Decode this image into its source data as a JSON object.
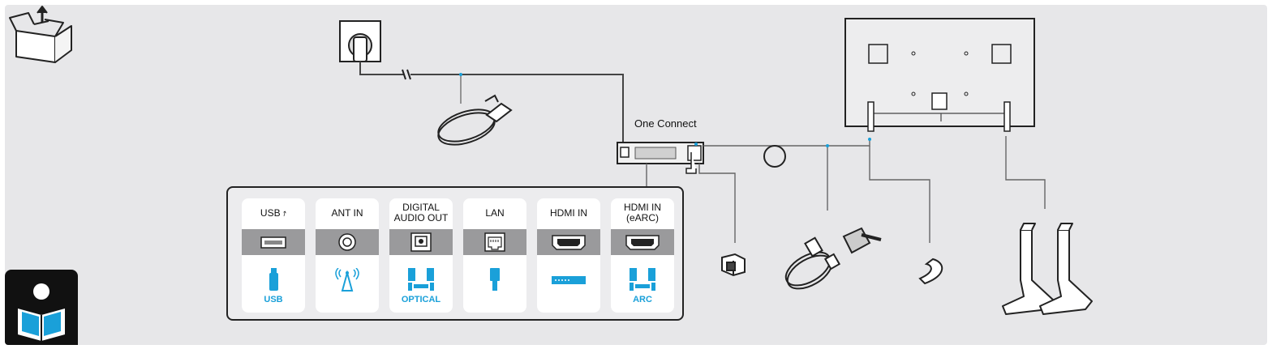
{
  "one_connect_label": "One Connect",
  "ports": [
    {
      "title_lines": [
        "USB ⭎"
      ],
      "title": "USB",
      "socket": "usb-port-icon",
      "device": "usb-stick-icon",
      "device_label": "USB"
    },
    {
      "title_lines": [
        "ANT IN"
      ],
      "socket": "antenna-socket-icon",
      "device": "antenna-tower-icon",
      "device_label": ""
    },
    {
      "title_lines": [
        "DIGITAL",
        "AUDIO OUT"
      ],
      "socket": "optical-port-icon",
      "device": "speaker-system-icon",
      "device_label": "OPTICAL"
    },
    {
      "title_lines": [
        "LAN"
      ],
      "socket": "lan-port-icon",
      "device": "lan-cable-icon",
      "device_label": ""
    },
    {
      "title_lines": [
        "HDMI IN"
      ],
      "socket": "hdmi-port-icon",
      "device": "set-top-box-icon",
      "device_label": ""
    },
    {
      "title_lines": [
        "HDMI IN",
        "(eARC)"
      ],
      "socket": "hdmi-earc-port-icon",
      "device": "soundbar-speakers-icon",
      "device_label": "ARC"
    }
  ],
  "colors": {
    "accent": "#1aa0d9",
    "panel_band": "#9a9a9c",
    "background": "#e7e7e9",
    "line": "#555555"
  }
}
